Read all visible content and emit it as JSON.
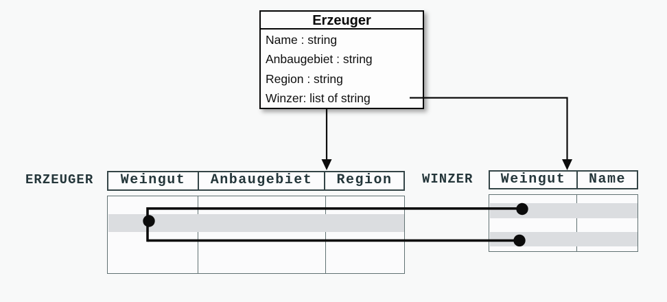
{
  "class_box": {
    "title": "Erzeuger",
    "attributes": [
      "Name : string",
      "Anbaugebiet : string",
      "Region : string",
      "Winzer: list of string"
    ]
  },
  "erzeuger_table": {
    "label": "ERZEUGER",
    "columns": [
      "Weingut",
      "Anbaugebiet",
      "Region"
    ],
    "highlighted_rows": 1
  },
  "winzer_table": {
    "label": "WINZER",
    "columns": [
      "Weingut",
      "Name"
    ],
    "highlighted_rows": 2
  },
  "relationships": {
    "arrow_to_erzeuger": "class-to-table mapping arrow",
    "arrow_to_winzer": "Winzer attribute maps to WINZER table",
    "row_links": "ERZEUGER row linked to two WINZER rows"
  },
  "colors": {
    "background": "#f8f9f9",
    "table_border_dark": "#334446",
    "table_border_light": "#5f7071",
    "row_highlight": "#dbdde0",
    "header_text": "#24363a",
    "connector": "#0c0c0c"
  }
}
